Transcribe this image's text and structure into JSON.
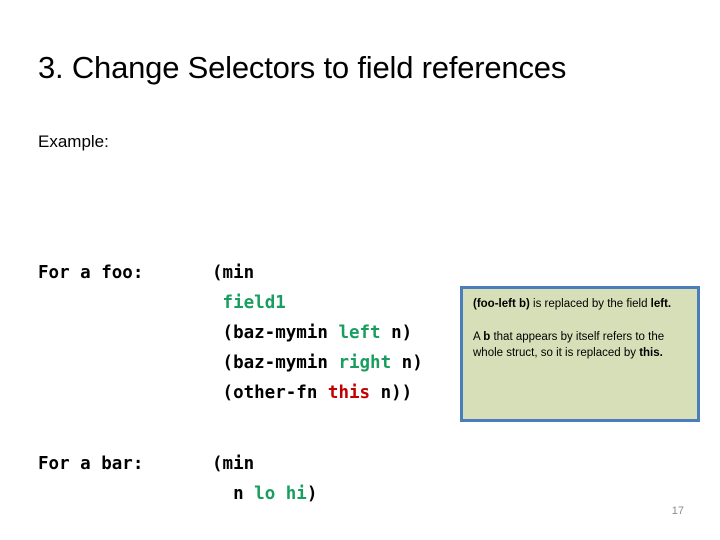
{
  "slide": {
    "title": "3. Change Selectors to field references",
    "example_label": "Example:",
    "page_number": "17"
  },
  "code": {
    "foo": {
      "label": "For a foo:",
      "lines": [
        [
          {
            "text": "(min",
            "color": "plain"
          }
        ],
        [
          {
            "text": " ",
            "color": "plain"
          },
          {
            "text": "field1",
            "color": "green"
          }
        ],
        [
          {
            "text": " (baz-mymin ",
            "color": "plain"
          },
          {
            "text": "left",
            "color": "green"
          },
          {
            "text": " n)",
            "color": "plain"
          }
        ],
        [
          {
            "text": " (baz-mymin ",
            "color": "plain"
          },
          {
            "text": "right",
            "color": "green"
          },
          {
            "text": " n)",
            "color": "plain"
          }
        ],
        [
          {
            "text": " (other-fn ",
            "color": "plain"
          },
          {
            "text": "this",
            "color": "red"
          },
          {
            "text": " n))",
            "color": "plain"
          }
        ]
      ]
    },
    "bar": {
      "label": "For a bar:",
      "lines": [
        [
          {
            "text": "(min",
            "color": "plain"
          }
        ],
        [
          {
            "text": "  n ",
            "color": "plain"
          },
          {
            "text": "lo hi",
            "color": "green"
          },
          {
            "text": ")",
            "color": "plain"
          }
        ]
      ]
    }
  },
  "callout": {
    "paragraphs": [
      [
        {
          "text": "(foo-left b)",
          "bold": true
        },
        {
          "text": " is replaced by the field ",
          "bold": false
        },
        {
          "text": "left.",
          "bold": true
        }
      ],
      [
        {
          "text": "A ",
          "bold": false
        },
        {
          "text": "b",
          "bold": true
        },
        {
          "text": " that appears by itself refers to the whole struct, so it is replaced by ",
          "bold": false
        },
        {
          "text": "this.",
          "bold": true
        }
      ]
    ]
  },
  "colors": {
    "keyword_green": "#1A9E5F",
    "keyword_red": "#C00000",
    "callout_fill": "#D6DFB8",
    "callout_border": "#4A7EBB",
    "page_number": "#8C8C8C"
  }
}
